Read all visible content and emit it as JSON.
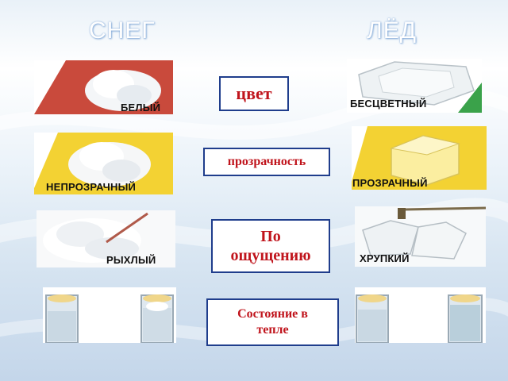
{
  "headings": {
    "snow": "СНЕГ",
    "ice": "ЛЁД"
  },
  "snow_labels": [
    "БЕЛЫЙ",
    "НЕПРОЗРАЧНЫЙ",
    "РЫХЛЫЙ"
  ],
  "ice_labels": [
    "БЕСЦВЕТНЫЙ",
    "ПРОЗРАЧНЫЙ",
    "ХРУПКИЙ"
  ],
  "properties": [
    "цвет",
    "прозрачность",
    "По ощущению",
    "Состояние в тепле"
  ],
  "colors": {
    "heading": "#ffffff",
    "property_text": "#c0141c",
    "property_border": "#1f3d8c",
    "red_board": "#c94a3c",
    "yellow_board": "#f3d233",
    "green_board": "#3aa24a"
  }
}
